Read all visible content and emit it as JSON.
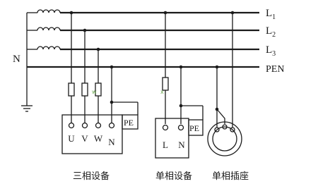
{
  "lines": {
    "l1": "L1",
    "l2": "L2",
    "l3": "L3",
    "pen": "PEN",
    "neutral": "N"
  },
  "three_phase": {
    "terminals": [
      "U",
      "V",
      "W",
      "N"
    ],
    "pe": "PE",
    "caption": "三相设备"
  },
  "single_phase": {
    "terminals": [
      "L",
      "N"
    ],
    "pe": "PE",
    "caption": "单相设备"
  },
  "socket": {
    "caption": "单相插座"
  }
}
